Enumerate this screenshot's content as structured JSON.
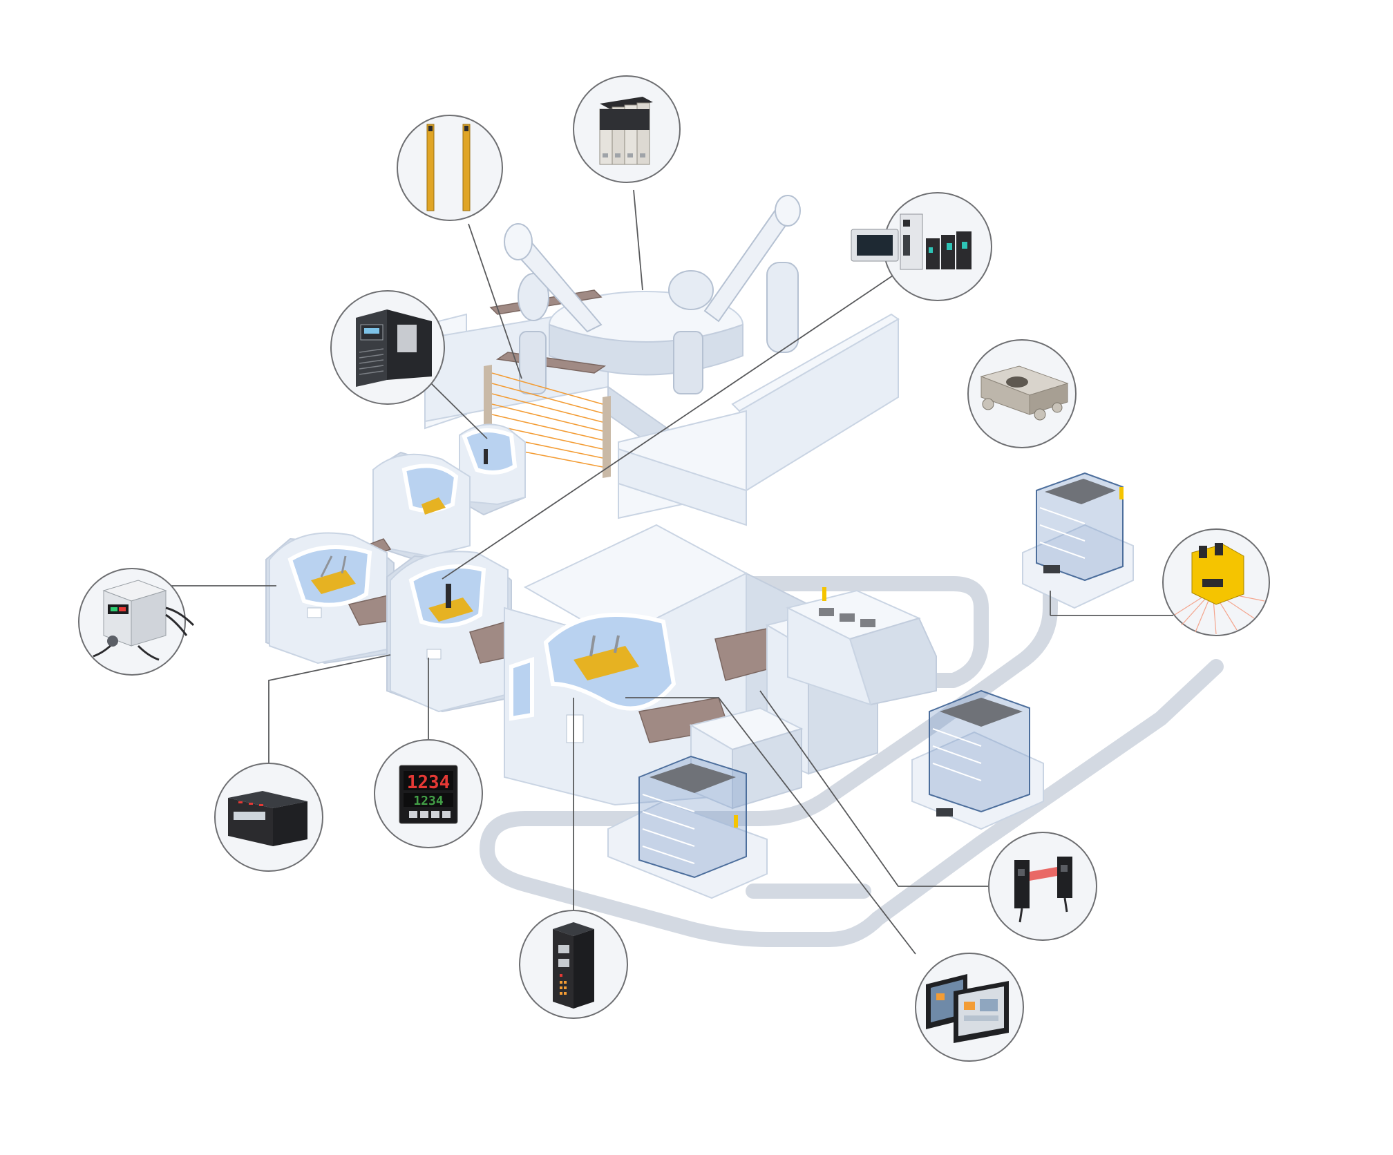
{
  "diagram": {
    "palette": {
      "machine_light": "#e8eef6",
      "machine_shade": "#d5deea",
      "glass_blue": "#b9d2f0",
      "conveyor_brown": "#a08a84",
      "track_grey": "#d3d9e2",
      "leader_line": "#58595b",
      "light_curtain_orange": "#f39c34",
      "scanner_yellow": "#f5c400",
      "display_red": "#e53935",
      "display_green": "#43a047"
    },
    "callouts": [
      {
        "id": "light-curtain",
        "icon": "safety-light-curtain-icon"
      },
      {
        "id": "servo-drives",
        "icon": "servo-amplifier-icon"
      },
      {
        "id": "motion-controller-set",
        "icon": "motion-controller-icon"
      },
      {
        "id": "laser-marker",
        "icon": "laser-marker-controller-icon"
      },
      {
        "id": "pneumatic-valve",
        "icon": "valve-manifold-icon"
      },
      {
        "id": "fiber-amplifier",
        "icon": "fiber-sensor-amplifier-icon"
      },
      {
        "id": "safety-laser-scanner",
        "icon": "laser-scanner-icon"
      },
      {
        "id": "plc-unit",
        "icon": "plc-module-icon"
      },
      {
        "id": "temperature-controller",
        "icon": "temperature-controller-icon"
      },
      {
        "id": "photoelectric-sensor",
        "icon": "photoelectric-sensor-icon"
      },
      {
        "id": "network-module",
        "icon": "network-module-icon"
      },
      {
        "id": "hmi-touch-panels",
        "icon": "hmi-panel-icon"
      }
    ],
    "temperature_display": {
      "pv": "1234",
      "sv": "1234"
    }
  }
}
